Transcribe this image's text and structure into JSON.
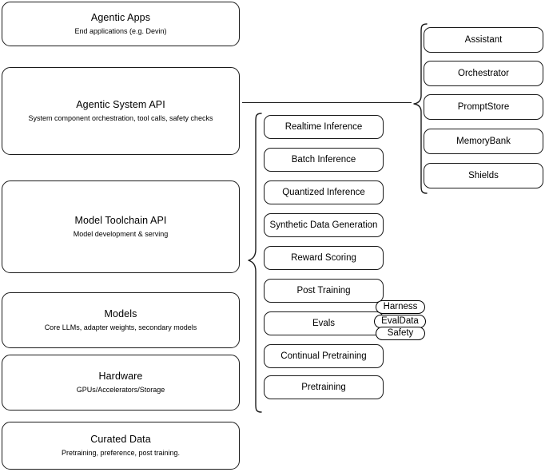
{
  "diagram": {
    "title": "Agentic stack layer diagram",
    "stroke_color": "#1a1a1a",
    "background_color": "#ffffff",
    "layers": [
      {
        "name": "agentic-apps",
        "title": "Agentic Apps",
        "subtitle": "End applications (e.g. Devin)"
      },
      {
        "name": "agentic-system-api",
        "title": "Agentic System API",
        "subtitle": "System component orchestration, tool calls, safety checks"
      },
      {
        "name": "model-toolchain-api",
        "title": "Model Toolchain API",
        "subtitle": "Model development & serving"
      },
      {
        "name": "models",
        "title": "Models",
        "subtitle": "Core LLMs, adapter weights, secondary models"
      },
      {
        "name": "hardware",
        "title": "Hardware",
        "subtitle": "GPUs/Accelerators/Storage"
      },
      {
        "name": "curated-data",
        "title": "Curated Data",
        "subtitle": "Pretraining, preference, post training."
      }
    ],
    "toolchain_components": [
      {
        "name": "realtime-inference",
        "label": "Realtime Inference"
      },
      {
        "name": "batch-inference",
        "label": "Batch Inference"
      },
      {
        "name": "quantized-inference",
        "label": "Quantized Inference"
      },
      {
        "name": "synthetic-data-generation",
        "label": "Synthetic Data Generation"
      },
      {
        "name": "reward-scoring",
        "label": "Reward Scoring"
      },
      {
        "name": "post-training",
        "label": "Post Training"
      },
      {
        "name": "evals",
        "label": "Evals"
      },
      {
        "name": "continual-pretraining",
        "label": "Continual Pretraining"
      },
      {
        "name": "pretraining",
        "label": "Pretraining"
      }
    ],
    "eval_tags": [
      {
        "name": "harness",
        "label": "Harness"
      },
      {
        "name": "evaldata",
        "label": "EvalData"
      },
      {
        "name": "safety",
        "label": "Safety"
      }
    ],
    "system_components": [
      {
        "name": "assistant",
        "label": "Assistant"
      },
      {
        "name": "orchestrator",
        "label": "Orchestrator"
      },
      {
        "name": "promptstore",
        "label": "PromptStore"
      },
      {
        "name": "memorybank",
        "label": "MemoryBank"
      },
      {
        "name": "shields",
        "label": "Shields"
      }
    ]
  }
}
